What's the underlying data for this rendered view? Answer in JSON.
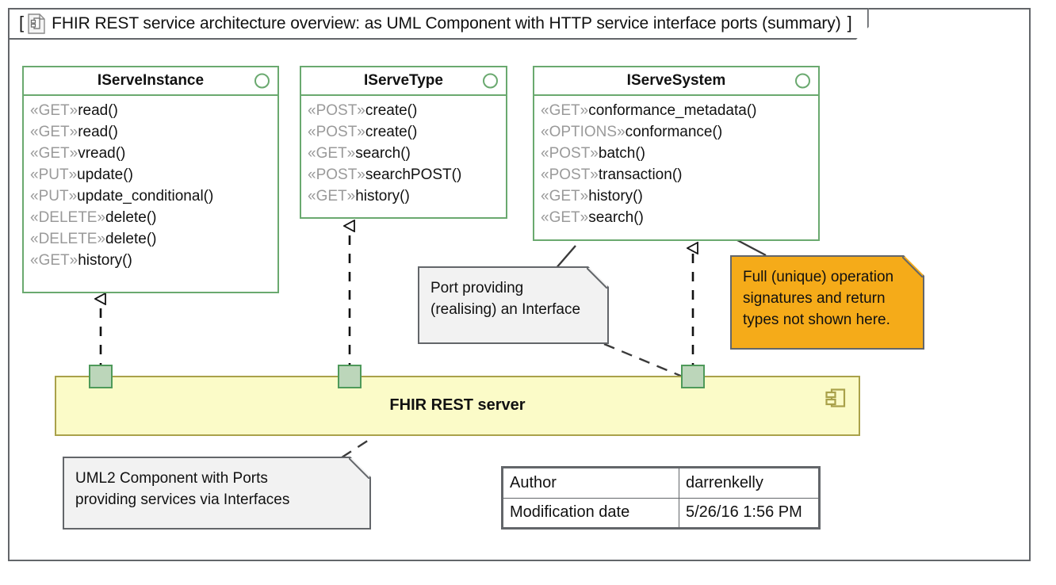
{
  "frame": {
    "title": "FHIR REST service architecture overview: as UML Component with HTTP service interface ports (summary)",
    "bracket_open": "[",
    "bracket_close": "]",
    "icon": "uml-diagram-document-icon"
  },
  "interfaces": [
    {
      "name": "IServeInstance",
      "icon": "interface-ball-icon",
      "operations": [
        {
          "stereotype": "«GET»",
          "signature": "read()"
        },
        {
          "stereotype": "«GET»",
          "signature": "read()"
        },
        {
          "stereotype": "«GET»",
          "signature": "vread()"
        },
        {
          "stereotype": "«PUT»",
          "signature": "update()"
        },
        {
          "stereotype": "«PUT»",
          "signature": "update_conditional()"
        },
        {
          "stereotype": "«DELETE»",
          "signature": "delete()"
        },
        {
          "stereotype": "«DELETE»",
          "signature": "delete()"
        },
        {
          "stereotype": "«GET»",
          "signature": "history()"
        }
      ]
    },
    {
      "name": "IServeType",
      "icon": "interface-ball-icon",
      "operations": [
        {
          "stereotype": "«POST»",
          "signature": "create()"
        },
        {
          "stereotype": "«POST»",
          "signature": "create()"
        },
        {
          "stereotype": "«GET»",
          "signature": "search()"
        },
        {
          "stereotype": "«POST»",
          "signature": "searchPOST()"
        },
        {
          "stereotype": "«GET»",
          "signature": "history()"
        }
      ]
    },
    {
      "name": "IServeSystem",
      "icon": "interface-ball-icon",
      "operations": [
        {
          "stereotype": "«GET»",
          "signature": "conformance_metadata()"
        },
        {
          "stereotype": "«OPTIONS»",
          "signature": "conformance()"
        },
        {
          "stereotype": "«POST»",
          "signature": "batch()"
        },
        {
          "stereotype": "«POST»",
          "signature": "transaction()"
        },
        {
          "stereotype": "«GET»",
          "signature": "history()"
        },
        {
          "stereotype": "«GET»",
          "signature": "search()"
        }
      ]
    }
  ],
  "component": {
    "name": "FHIR REST server",
    "icon": "uml-component-icon",
    "ports": [
      {
        "name": "port-iserveinstance"
      },
      {
        "name": "port-iservetype"
      },
      {
        "name": "port-iservesystem"
      }
    ]
  },
  "notes": [
    {
      "id": "note-port",
      "text": "Port providing\n(realising) an Interface",
      "color": "#f2f2f2"
    },
    {
      "id": "note-signatures",
      "text": "Full (unique) operation\nsignatures and return\ntypes not shown here.",
      "color": "#f5ab19"
    },
    {
      "id": "note-component",
      "text": "UML2 Component with Ports\nproviding services via Interfaces",
      "color": "#f2f2f2"
    }
  ],
  "metadata": {
    "rows": [
      {
        "key": "Author",
        "value": "darrenkelly"
      },
      {
        "key": "Modification date",
        "value": "5/26/16 1:56 PM"
      }
    ]
  },
  "colors": {
    "interface_border": "#6aa96f",
    "component_fill": "#fbfbc8",
    "component_border": "#a9a14a",
    "port_fill": "#bcd6ba",
    "port_border": "#4e9a5a",
    "note_fill": "#f2f2f2",
    "note_orange": "#f5ab19",
    "frame_border": "#63666a",
    "stereotype_text": "#9a9a9a"
  }
}
